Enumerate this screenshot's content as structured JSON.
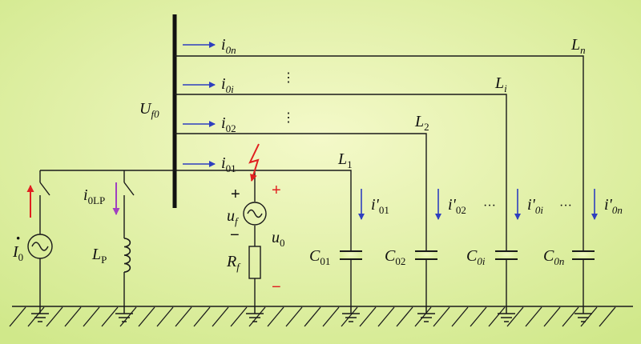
{
  "colors": {
    "background_center": "#f3f8c4",
    "background_edge": "#d3ea8e",
    "wire": "#1a1a1a",
    "feeder_current_arrow": "#2e3fbf",
    "source_current_arrow": "#e02020",
    "petersen_current_arrow": "#a040c0",
    "fault_polarity": "#e02020"
  },
  "busbar": {
    "label": {
      "main": "U",
      "sub": "f0"
    }
  },
  "feeders": [
    {
      "current": {
        "main": "i",
        "sub": "0n"
      },
      "line": {
        "main": "L",
        "sub": "n"
      },
      "ground_current": {
        "main": "i'",
        "sub": "0n"
      },
      "capacitor": {
        "main": "C",
        "sub": "0n"
      }
    },
    {
      "current": {
        "main": "i",
        "sub": "0i"
      },
      "line": {
        "main": "L",
        "sub": "i"
      },
      "ground_current": {
        "main": "i'",
        "sub": "0i"
      },
      "capacitor": {
        "main": "C",
        "sub": "0i"
      }
    },
    {
      "current": {
        "main": "i",
        "sub": "02"
      },
      "line": {
        "main": "L",
        "sub": "2"
      },
      "ground_current": {
        "main": "i'",
        "sub": "02"
      },
      "capacitor": {
        "main": "C",
        "sub": "02"
      }
    },
    {
      "current": {
        "main": "i",
        "sub": "01"
      },
      "line": {
        "main": "L",
        "sub": "1"
      },
      "ground_current": {
        "main": "i'",
        "sub": "01"
      },
      "capacitor": {
        "main": "C",
        "sub": "01"
      }
    }
  ],
  "ellipsis": "⋮",
  "h_ellipsis": "···",
  "source": {
    "label": {
      "main": "I",
      "sub": "0"
    },
    "dot": "·"
  },
  "petersen_coil": {
    "current": {
      "main": "i",
      "sub": "0LP"
    },
    "label": {
      "main": "L",
      "sub": "P"
    }
  },
  "fault": {
    "voltage_source": {
      "main": "u",
      "sub": "f"
    },
    "resistor": {
      "main": "R",
      "sub": "f"
    },
    "zero_seq_voltage": {
      "main": "u",
      "sub": "0"
    },
    "plus": "+",
    "minus": "−",
    "lightning": "ϟ"
  }
}
